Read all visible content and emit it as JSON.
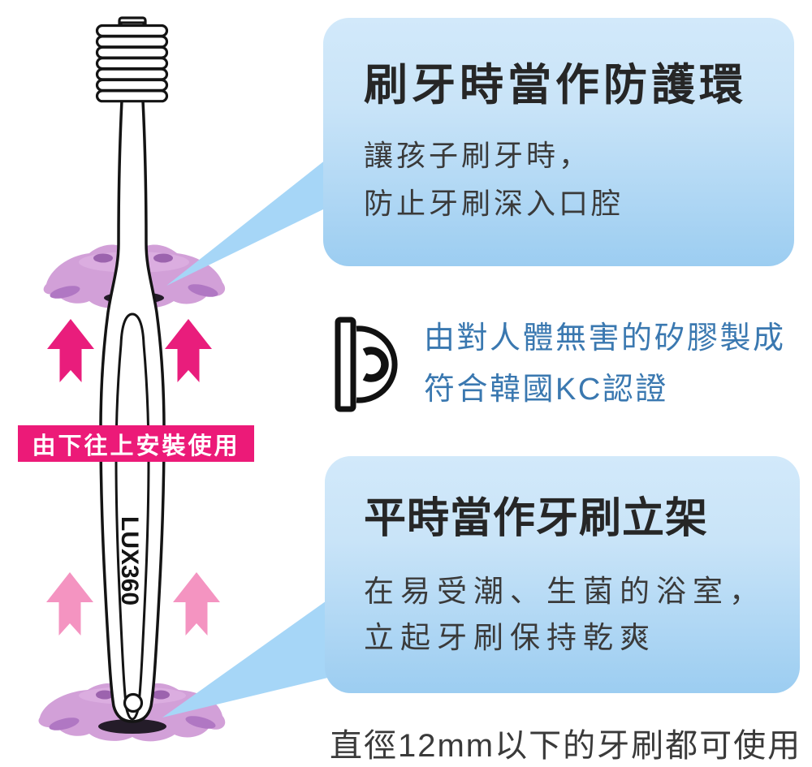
{
  "illustration": {
    "handle_brand": "LUX360",
    "install_banner": "由下往上安裝使用"
  },
  "protect_callout": {
    "title": "刷牙時當作防護環",
    "body_line1": "讓孩子刷牙時，",
    "body_line2": "防止牙刷深入口腔"
  },
  "kc_note": {
    "line1": "由對人體無害的矽膠製成",
    "line2": "符合韓國KC認證"
  },
  "stand_callout": {
    "title": "平時當作牙刷立架",
    "body_line1": "在易受潮、生菌的浴室，",
    "body_line2": "立起牙刷保持乾爽"
  },
  "footnote": "直徑12mm以下的牙刷都可使用",
  "colors": {
    "banner_pink": "#ec1a78",
    "arrow_hot_pink": "#e91d7c",
    "arrow_light_pink": "#f494c1",
    "bubble_blue_top": "#d2e9fa",
    "bubble_blue_bottom": "#9ccdf1",
    "callout_tail_blue": "#a6d6f7",
    "kc_text_blue": "#3a78b0",
    "guard_purple": "#d2a0d8",
    "outline_black": "#141414"
  }
}
